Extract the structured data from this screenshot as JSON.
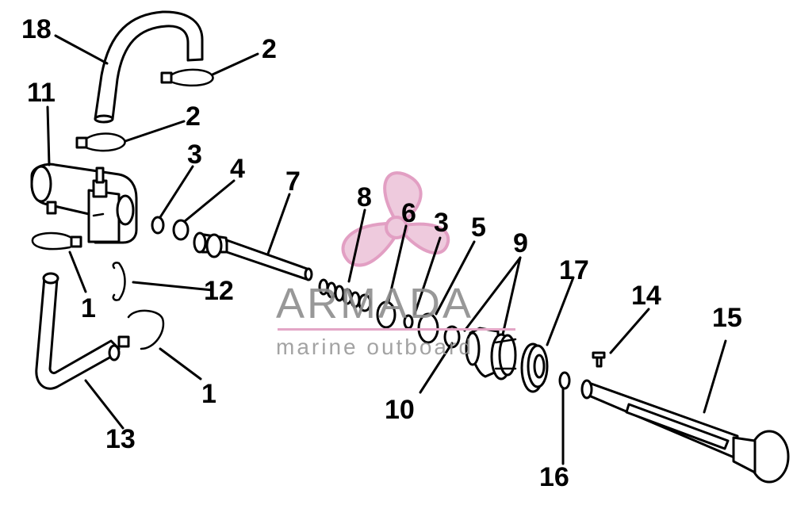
{
  "watermark": {
    "brand": "ARMADA",
    "tagline": "marine outboard",
    "accent_color": "#e3a6c6",
    "logo_icon": "propeller-icon"
  },
  "callouts": {
    "c18": "18",
    "c2a": "2",
    "c11": "11",
    "c2b": "2",
    "c3a": "3",
    "c4": "4",
    "c7": "7",
    "c8": "8",
    "c6": "6",
    "c3b": "3",
    "c5": "5",
    "c9": "9",
    "c17": "17",
    "c1a": "1",
    "c12": "12",
    "c14": "14",
    "c15": "15",
    "c1b": "1",
    "c10": "10",
    "c13": "13",
    "c16": "16"
  }
}
